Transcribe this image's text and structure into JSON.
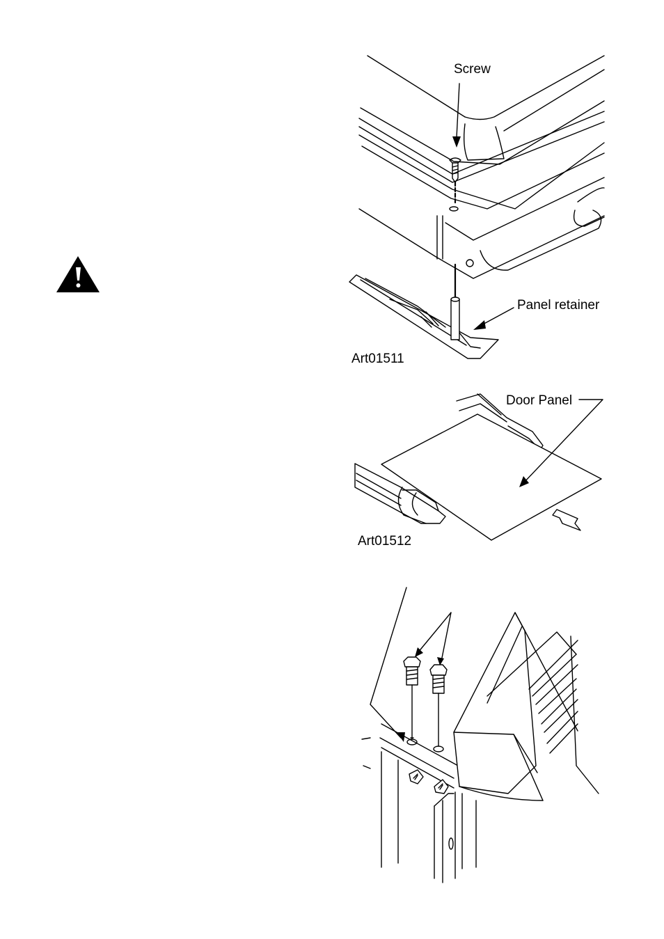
{
  "figure1": {
    "screw_label": "Screw",
    "retainer_label": "Panel retainer",
    "art_id": "Art01511"
  },
  "figure2": {
    "door_panel_label": "Door Panel",
    "art_id": "Art01512"
  },
  "warning": {
    "icon": "warning-triangle-icon"
  }
}
